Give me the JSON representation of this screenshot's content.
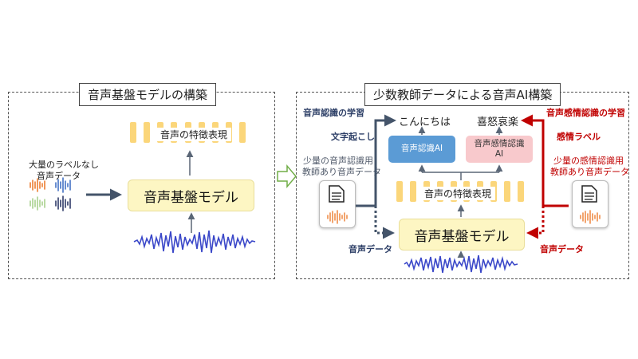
{
  "left": {
    "title": "音声基盤モデルの構築",
    "unlabeled_data_line1": "大量のラベルなし",
    "unlabeled_data_line2": "音声データ",
    "features_label": "音声の特徴表現",
    "model_label": "音声基盤モデル"
  },
  "right": {
    "title": "少数教師データによる音声AI構築",
    "speech_learning_title": "音声認識の学習",
    "transcription_label": "文字起こし",
    "speech_data_line1": "少量の音声認識用",
    "speech_data_line2": "教師あり音声データ",
    "hello_text": "こんにちは",
    "emotions_text": "喜怒哀楽",
    "speech_ai_label": "音声認識AI",
    "emotion_ai_line1": "音声感情認識",
    "emotion_ai_line2": "AI",
    "emotion_learning_title": "音声感情認識の学習",
    "emotion_label_text": "感情ラベル",
    "emotion_data_line1": "少量の感情認識用",
    "emotion_data_line2": "教師あり音声データ",
    "features_label": "音声の特徴表現",
    "model_label": "音声基盤モデル",
    "audio_data_left": "音声データ",
    "audio_data_right": "音声データ"
  },
  "colors": {
    "feature_bar": "#fbd67a",
    "model_fill": "#fdf6c3",
    "speech_ai_fill": "#5b9bd5",
    "emotion_ai_fill": "#f8c9cc",
    "arrow_dark": "#44546a",
    "arrow_red": "#c00000",
    "waveform_blue": "#3b48c9",
    "transfer_arrow": "#70ad47"
  }
}
